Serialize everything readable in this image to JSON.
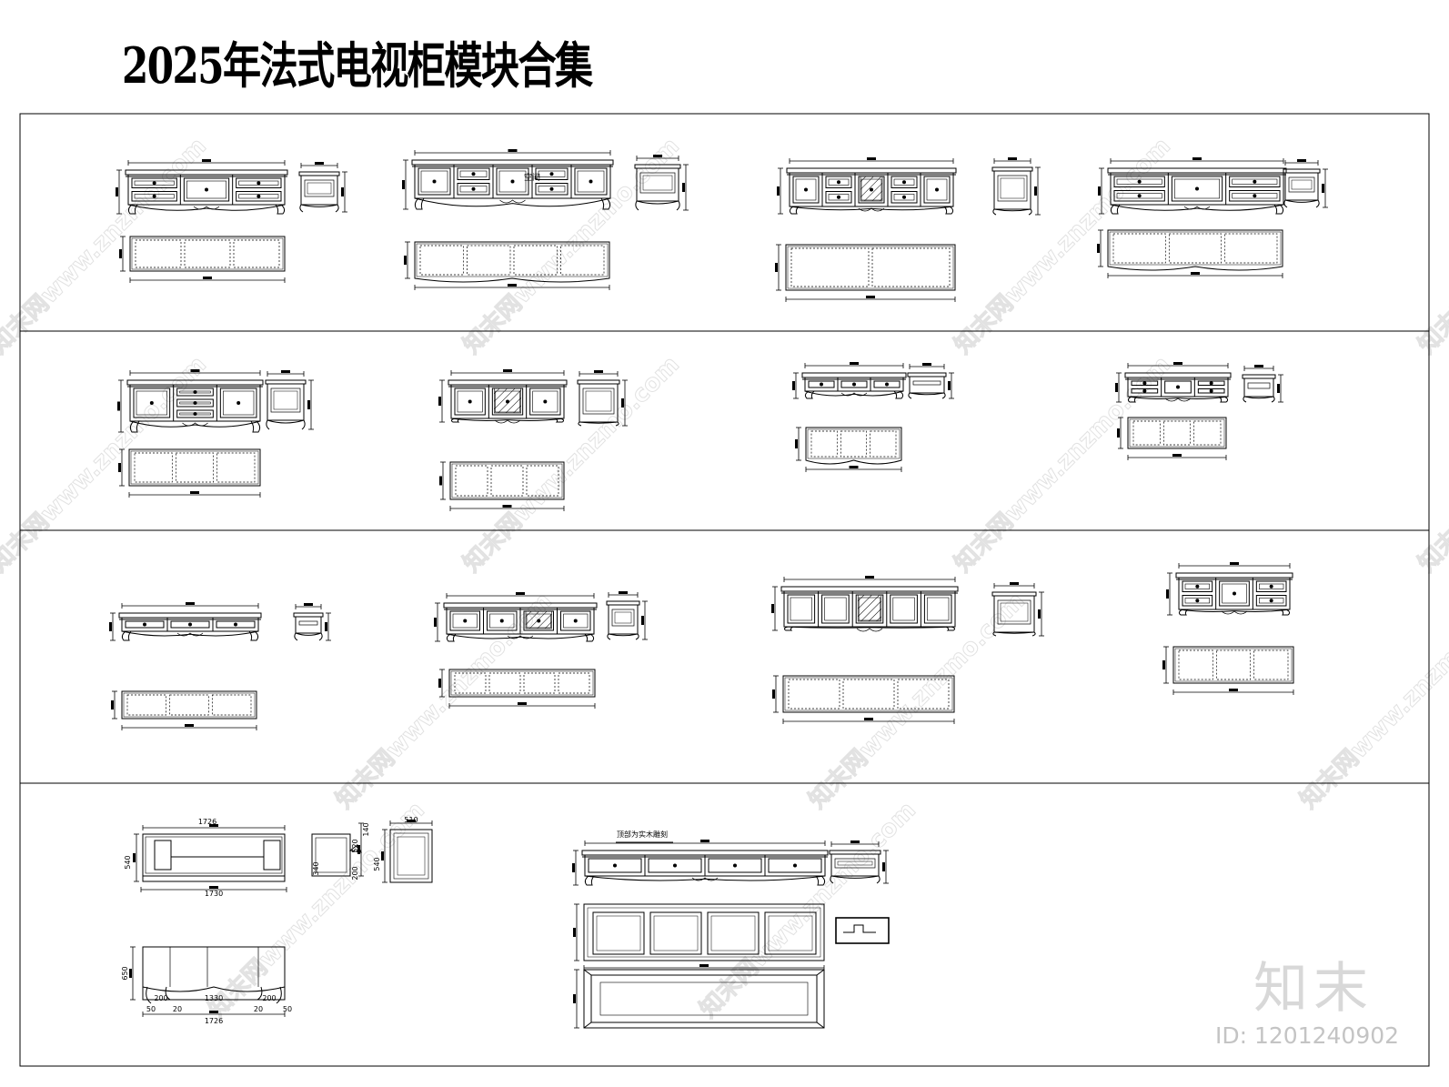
{
  "title": "2025年法式电视柜模块合集",
  "watermark": {
    "brand": "知末",
    "id_text": "ID: 1201240902",
    "diagonal_text": "知末网www.znzmo.com"
  },
  "dims": {
    "width_top": "1726",
    "width_bottom": "1730",
    "height_front": "540",
    "depth_side": "510",
    "plan_depth": "650",
    "seg1": "200",
    "seg2": "1330",
    "seg3": "200",
    "seg_a": "50",
    "seg_b": "20",
    "side_a": "540",
    "side_b": "520",
    "side_c": "340",
    "side_d": "200",
    "side_e": "140"
  },
  "notes": {
    "detail_label": "顶部为实木雕刻",
    "small_label": "空间"
  },
  "colors": {
    "line": "#000000",
    "watermark": "#e2e2e2"
  }
}
